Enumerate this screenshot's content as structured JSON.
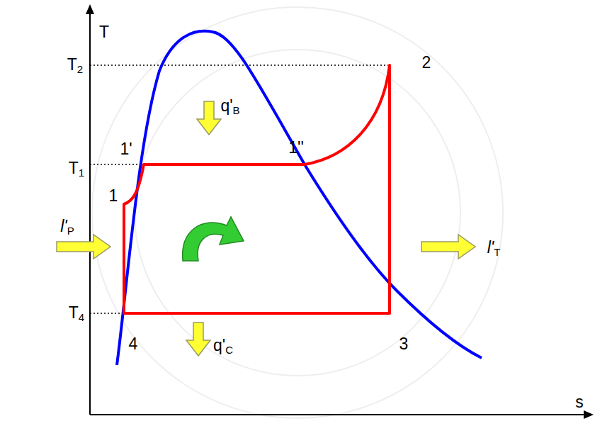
{
  "diagram": {
    "labels": [
      "T",
      "T2",
      "T1",
      "T4",
      "s",
      "1'",
      "1''",
      "1",
      "2",
      "3",
      "4",
      "q'B",
      "q'C",
      "l'P",
      "l'T"
    ]
  }
}
